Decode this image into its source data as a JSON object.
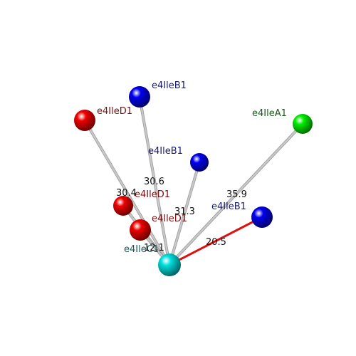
{
  "center": {
    "name": "center-atom",
    "color": "#00dede",
    "label": "e4IleC1"
  },
  "atoms": [
    {
      "id": "d1a",
      "label": "e4IleD1",
      "color": "#ee0000",
      "labelColor": "#7a1010",
      "distance": "30.4",
      "lineColor": "#c8c8c8"
    },
    {
      "id": "b1a",
      "label": "e4IleB1",
      "color": "#0000ee",
      "labelColor": "#1a1a6e",
      "distance": "30.6",
      "lineColor": "#c8c8c8"
    },
    {
      "id": "b1b",
      "label": "e4IleB1",
      "color": "#0000ee",
      "labelColor": "#1a1a6e",
      "distance": "31.3",
      "lineColor": "#c8c8c8"
    },
    {
      "id": "a1",
      "label": "e4IleA1",
      "color": "#00ee00",
      "labelColor": "#1a5a1a",
      "distance": "35.9",
      "lineColor": "#c8c8c8"
    },
    {
      "id": "b1c",
      "label": "e4IleB1",
      "color": "#0000ee",
      "labelColor": "#1a1a6e",
      "distance": "20.5",
      "lineColor": "#dd1111"
    },
    {
      "id": "d1b",
      "label": "e4IleD1",
      "color": "#ee0000",
      "labelColor": "#7a1010",
      "distance": "",
      "lineColor": "#c8c8c8"
    },
    {
      "id": "d1c",
      "label": "e4IleD1",
      "color": "#ee0000",
      "labelColor": "#7a1010",
      "distance": "12.1",
      "lineColor": "#c8c8c8"
    }
  ]
}
